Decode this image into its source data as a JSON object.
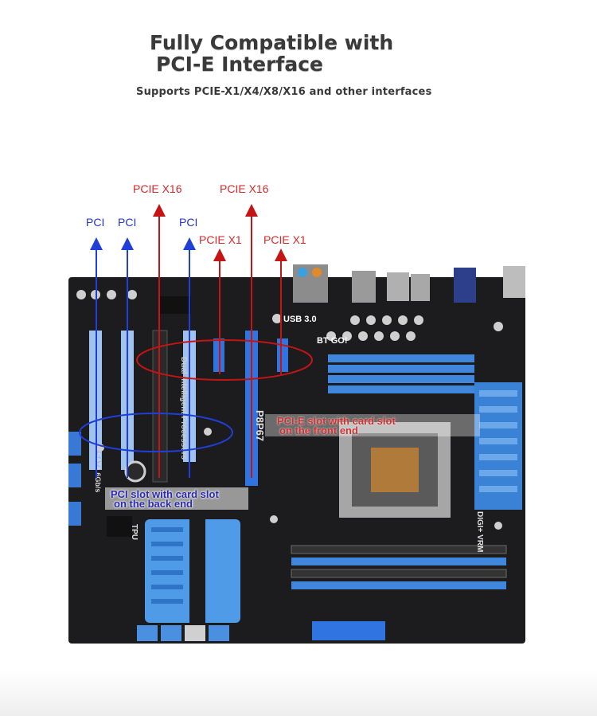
{
  "title": {
    "line1": "Fully Compatible with",
    "line2": "PCI-E Interface"
  },
  "subtitle": "Supports PCIE-X1/X4/X8/X16 and other interfaces",
  "slot_labels": {
    "pcie_x16_left": "PCIE X16",
    "pcie_x16_right": "PCIE X16",
    "pci_1": "PCI",
    "pci_2": "PCI",
    "pci_3": "PCI",
    "pcie_x1_left": "PCIE X1",
    "pcie_x1_right": "PCIE X1"
  },
  "callouts": {
    "pcie_front": {
      "line1": "PCI-E slot with card slot",
      "line2": "on the front end"
    },
    "pci_back": {
      "line1": "PCI slot with card slot",
      "line2": "on the back end"
    }
  },
  "board_print": {
    "usb": "USB 3.0",
    "btgo": "BT GO!",
    "model": "P8P67",
    "dip": "Dual Intelligent Processors",
    "sata": "SATA 6Gb/s",
    "tpu": "TPU",
    "vrm": "DIGI+ VRM"
  },
  "colors": {
    "arrow_red": "#c41414",
    "arrow_blue": "#1f3fd6",
    "board": "#1c1c1e",
    "slot_blue": "#2f74e0",
    "heatsink_blue": "#4f9be8"
  }
}
